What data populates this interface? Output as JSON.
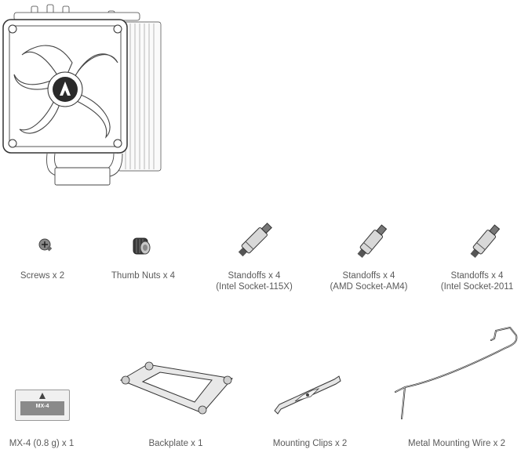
{
  "parts_row1": [
    {
      "name": "Screws x 2",
      "sub": ""
    },
    {
      "name": "Thumb Nuts x 4",
      "sub": ""
    },
    {
      "name": "Standoffs x 4",
      "sub": "(Intel Socket-115X)"
    },
    {
      "name": "Standoffs x 4",
      "sub": "(AMD Socket-AM4)"
    },
    {
      "name": "Standoffs x 4",
      "sub": "(Intel Socket-2011"
    }
  ],
  "parts_row2": [
    {
      "name": "MX-4 (0.8 g) x 1"
    },
    {
      "name": "Backplate x 1"
    },
    {
      "name": "Mounting Clips x 2"
    },
    {
      "name": "Metal Mounting Wire x 2"
    }
  ],
  "mx4_pack_text": "MX-4",
  "icons": [
    "cpu-cooler-illustration",
    "screw-icon",
    "thumb-nut-icon",
    "standoff-icon",
    "thermal-paste-icon",
    "backplate-icon",
    "mounting-clip-icon",
    "mounting-wire-icon"
  ]
}
